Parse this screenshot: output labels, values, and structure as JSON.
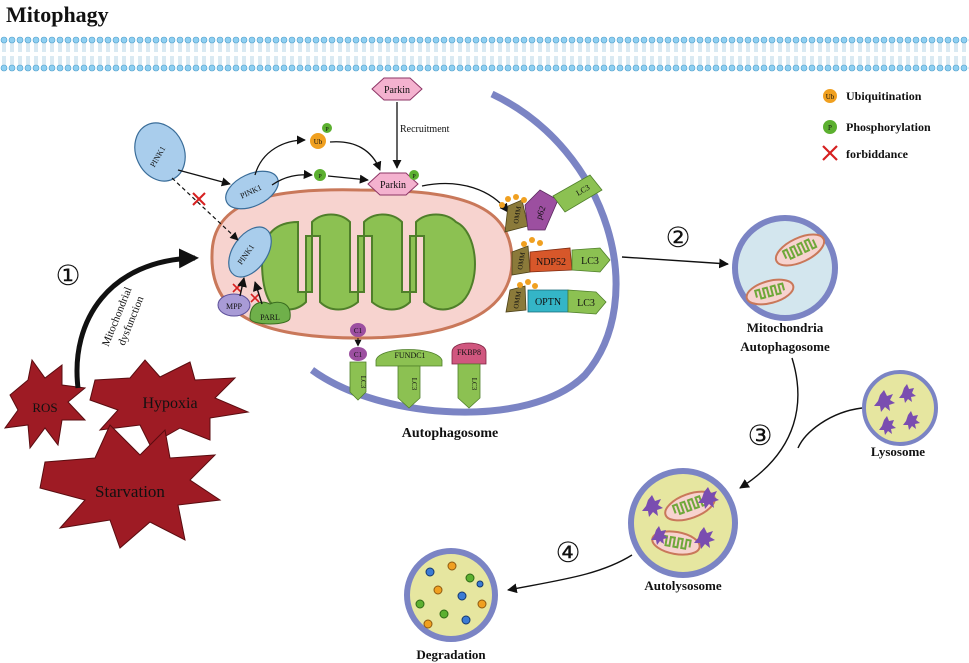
{
  "title": "Mitophagy",
  "colors": {
    "membrane_blue": "#8fd0f2",
    "autophagosome_ring": "#7b84c4",
    "mito_outer": "#f7d3cf",
    "mito_inner": "#8cc152",
    "stress_red": "#9e1b24",
    "pink_protein": "#a9cdec",
    "ubiquitin": "#f0a020",
    "phospho": "#5cb030",
    "forbid": "#d62020"
  },
  "legend": {
    "ub": {
      "badge": "Ub",
      "label": "Ubiquitination"
    },
    "p": {
      "badge": "P",
      "label": "Phosphorylation"
    },
    "x": {
      "label": "forbiddance"
    }
  },
  "stressors": {
    "ros": "ROS",
    "hypoxia": "Hypoxia",
    "starvation": "Starvation"
  },
  "pathway": {
    "dysfunction_line1": "Mitochondrial",
    "dysfunction_line2": "dysfunction",
    "pink1": "PINK1",
    "parkin": "Parkin",
    "recruitment": "Recruitment",
    "ub": "Ub",
    "p": "P",
    "mpp": "MPP",
    "parl": "PARL",
    "omm": "OMM",
    "p62": "p62",
    "ndp52": "NDP52",
    "optn": "OPTN",
    "lc3": "LC3",
    "fundc1": "FUNDC1",
    "fkbp8": "FKBP8",
    "c1": "C1"
  },
  "steps": {
    "s1": "①",
    "s2": "②",
    "s3": "③",
    "s4": "④"
  },
  "labels": {
    "autophagosome": "Autophagosome",
    "mito_autophagosome_line1": "Mitochondria",
    "mito_autophagosome_line2": "Autophagosome",
    "lysosome": "Lysosome",
    "autolysosome": "Autolysosome",
    "degradation": "Degradation"
  }
}
